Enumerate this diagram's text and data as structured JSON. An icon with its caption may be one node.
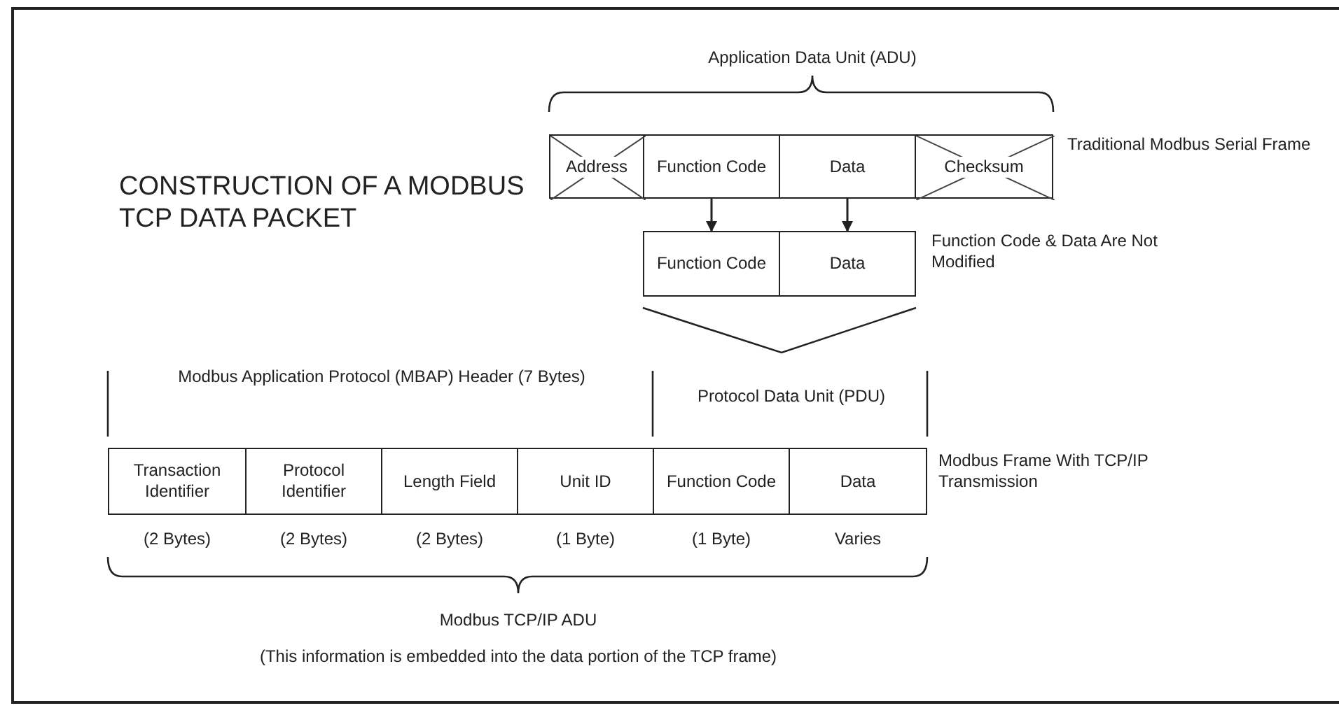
{
  "diagram": {
    "title": "CONSTRUCTION OF A MODBUS TCP DATA PACKET",
    "nodes": [
      {
        "text": [
          "Address"
        ]
      },
      {
        "text": [
          "Function Code"
        ]
      },
      {
        "text": [
          "Data"
        ]
      },
      {
        "text": [
          "Checksum"
        ]
      },
      {
        "text": [
          "Function Code"
        ]
      },
      {
        "text": [
          "Data"
        ]
      },
      {
        "text": [
          "Transaction Identifier"
        ]
      },
      {
        "text": [
          "Protocol Identifier"
        ]
      },
      {
        "text": [
          "Length Field"
        ]
      },
      {
        "text": [
          "Unit ID"
        ]
      },
      {
        "text": [
          "Function Code"
        ]
      },
      {
        "text": [
          "Data"
        ]
      }
    ],
    "edges": [
      {
        "from": 1,
        "to": 4,
        "arrow": "to"
      },
      {
        "from": 2,
        "to": 5,
        "arrow": "to"
      }
    ],
    "labels": [
      "Application Data Unit (ADU)",
      "Traditional Modbus Serial Frame",
      "Function Code & Data Are Not Modified",
      "Modbus Application Protocol (MBAP) Header (7 Bytes)",
      "Protocol Data Unit (PDU)",
      "Modbus Frame With TCP/IP Transmission",
      "(2 Bytes)",
      "(2 Bytes)",
      "(2 Bytes)",
      "(1 Byte)",
      "(1 Byte)",
      "Varies",
      "Modbus TCP/IP ADU",
      "(This information is embedded into the data portion of the TCP frame)"
    ]
  }
}
